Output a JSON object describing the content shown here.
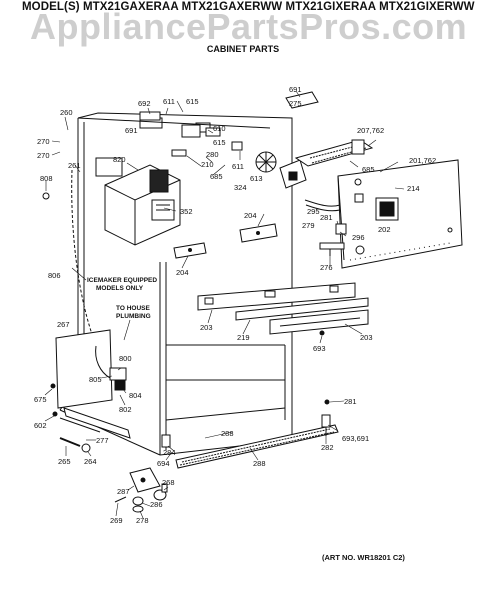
{
  "header": {
    "models": "MODEL(S) MTX21GAXERAA  MTX21GAXERWW  MTX21GIXERAA  MTX21GIXERWW",
    "watermark": "AppliancePartsPros.com",
    "subtitle": "CABINET PARTS"
  },
  "notes": {
    "icemaker_line1": "ICEMAKER EQUIPPED",
    "icemaker_line2": "MODELS ONLY",
    "house_line1": "TO HOUSE",
    "house_line2": "PLUMBING"
  },
  "art_number": "(ART NO. WR18201 C2)",
  "labels": {
    "p691a": "691",
    "p275": "275",
    "p692": "692",
    "p611a": "611",
    "p615a": "615",
    "p691b": "691",
    "p610": "610",
    "p280": "280",
    "p615b": "615",
    "p210": "210",
    "p611b": "611",
    "p207": "207,762",
    "p685a": "685",
    "p201": "201,762",
    "p260": "260",
    "p270a": "270",
    "p270b": "270",
    "p261": "261",
    "p808": "808",
    "p820": "820",
    "p685b": "685",
    "p324": "324",
    "p613": "613",
    "p214": "214",
    "p352": "352",
    "p204a": "204",
    "p295": "295",
    "p279": "279",
    "p281a": "281",
    "p296": "296",
    "p202": "202",
    "p806": "806",
    "p204b": "204",
    "p276": "276",
    "p267": "267",
    "p219": "219",
    "p203a": "203",
    "p203b": "203",
    "p693a": "693",
    "p800": "800",
    "p805": "805",
    "p804": "804",
    "p802": "802",
    "p675": "675",
    "p602": "602",
    "p277": "277",
    "p265": "265",
    "p264": "264",
    "p284": "284",
    "p288a": "288",
    "p694": "694",
    "p288b": "288",
    "p281b": "281",
    "p693b": "693,691",
    "p282": "282",
    "p268": "268",
    "p287": "287",
    "p286": "286",
    "p278": "278",
    "p269": "269"
  }
}
